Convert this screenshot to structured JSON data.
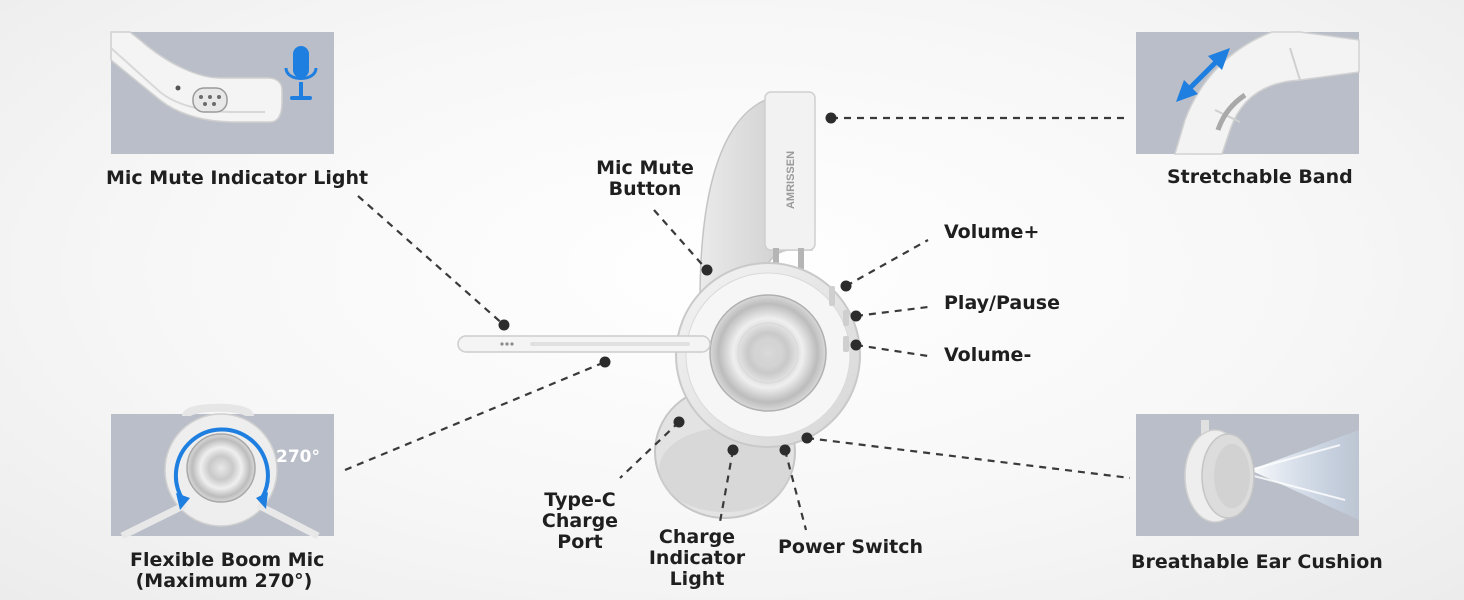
{
  "brand_text": "AMRISSEN",
  "features": {
    "mic_mute_indicator": "Mic Mute Indicator Light",
    "flexible_boom_line1": "Flexible Boom Mic",
    "flexible_boom_line2": "(Maximum 270°)",
    "boom_angle": "270°",
    "stretchable_band": "Stretchable Band",
    "breathable_cushion": "Breathable Ear Cushion"
  },
  "controls": {
    "mic_mute_line1": "Mic Mute",
    "mic_mute_line2": "Button",
    "volume_up": "Volume+",
    "play_pause": "Play/Pause",
    "volume_down": "Volume-",
    "typec_line1": "Type-C",
    "typec_line2": "Charge",
    "typec_line3": "Port",
    "charge_line1": "Charge",
    "charge_line2": "Indicator",
    "charge_line3": "Light",
    "power_switch": "Power Switch"
  },
  "colors": {
    "accent_blue": "#1e7fe0",
    "thumb_bg": "#b9bec8",
    "label_text": "#1f1f1f",
    "dot": "#2c2c2c"
  }
}
